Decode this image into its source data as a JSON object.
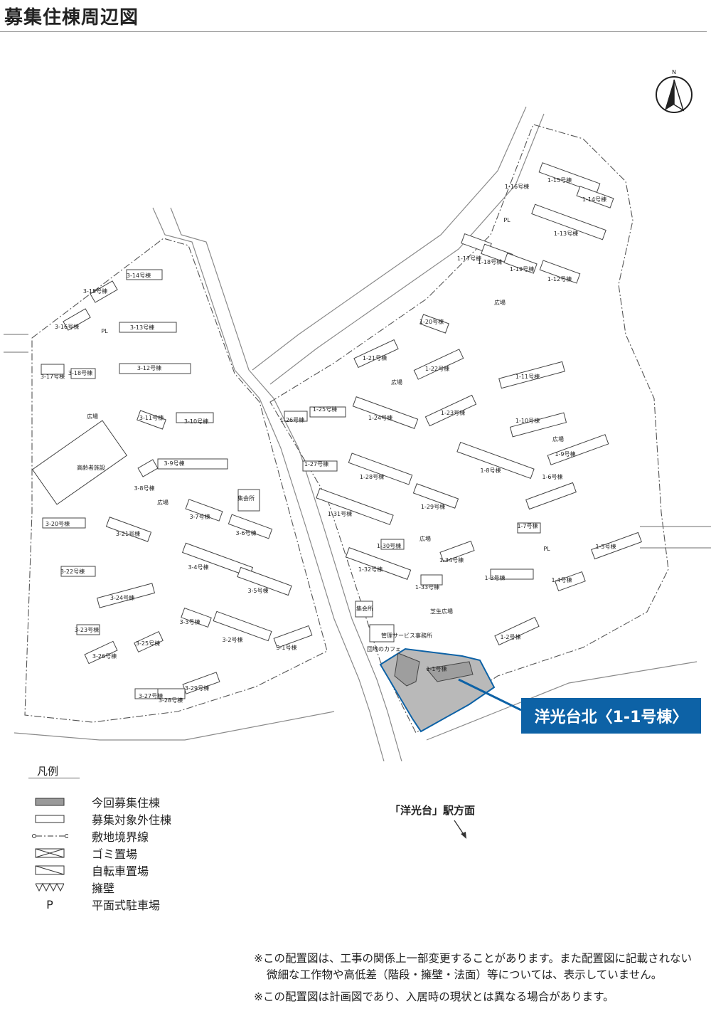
{
  "title": "募集住棟周辺図",
  "north_label": "N",
  "highlight_callout": "洋光台北〈1-1号棟〉",
  "legend": {
    "title": "凡例",
    "items": [
      {
        "symbol": "filled-rect",
        "label": "今回募集住棟"
      },
      {
        "symbol": "empty-rect",
        "label": "募集対象外住棟"
      },
      {
        "symbol": "dash-dot-line",
        "label": "敷地境界線"
      },
      {
        "symbol": "x-box",
        "label": "ゴミ置場"
      },
      {
        "symbol": "diagonal-box",
        "label": "自転車置場"
      },
      {
        "symbol": "zigzag",
        "label": "擁壁"
      },
      {
        "symbol": "P",
        "label": "平面式駐車場"
      }
    ]
  },
  "station_direction": "「洋光台」駅方面",
  "notes": [
    "※この配置図は、工事の関係上一部変更することがあります。また配置図に記載されない微細な工作物や高低差（階段・擁壁・法面）等については、表示していません。",
    "※この配置図は計画図であり、入居時の現状とは異なる場合があります。"
  ],
  "map": {
    "buildings": [
      "1-1号棟",
      "1-2号棟",
      "1-3号棟",
      "1-4号棟",
      "1-5号棟",
      "1-6号棟",
      "1-7号棟",
      "1-8号棟",
      "1-9号棟",
      "1-10号棟",
      "1-11号棟",
      "1-12号棟",
      "1-13号棟",
      "1-14号棟",
      "1-15号棟",
      "1-16号棟",
      "1-17号棟",
      "1-18号棟",
      "1-19号棟",
      "1-20号棟",
      "1-21号棟",
      "1-22号棟",
      "1-23号棟",
      "1-24号棟",
      "1-25号棟",
      "1-26号棟",
      "1-27号棟",
      "1-28号棟",
      "1-29号棟",
      "1-30号棟",
      "1-31号棟",
      "1-32号棟",
      "1-33号棟",
      "1-34号棟",
      "3-1号棟",
      "3-2号棟",
      "3-3号棟",
      "3-4号棟",
      "3-5号棟",
      "3-6号棟",
      "3-7号棟",
      "3-8号棟",
      "3-9号棟",
      "3-10号棟",
      "3-11号棟",
      "3-12号棟",
      "3-13号棟",
      "3-14号棟",
      "3-15号棟",
      "3-16号棟",
      "3-17号棟",
      "3-18号棟",
      "3-20号棟",
      "3-21号棟",
      "3-22号棟",
      "3-23号棟",
      "3-24号棟",
      "3-25号棟",
      "3-26号棟",
      "3-27号棟",
      "3-28号棟",
      "3-29号棟"
    ],
    "facilities": [
      "集会所",
      "集会所",
      "管理サービス事務所",
      "団地のカフェ",
      "高齢者施設",
      "芝生広場",
      "広場",
      "PL"
    ],
    "highlight_color": "#0d62a6",
    "target_fill": "#b9b9b9"
  }
}
